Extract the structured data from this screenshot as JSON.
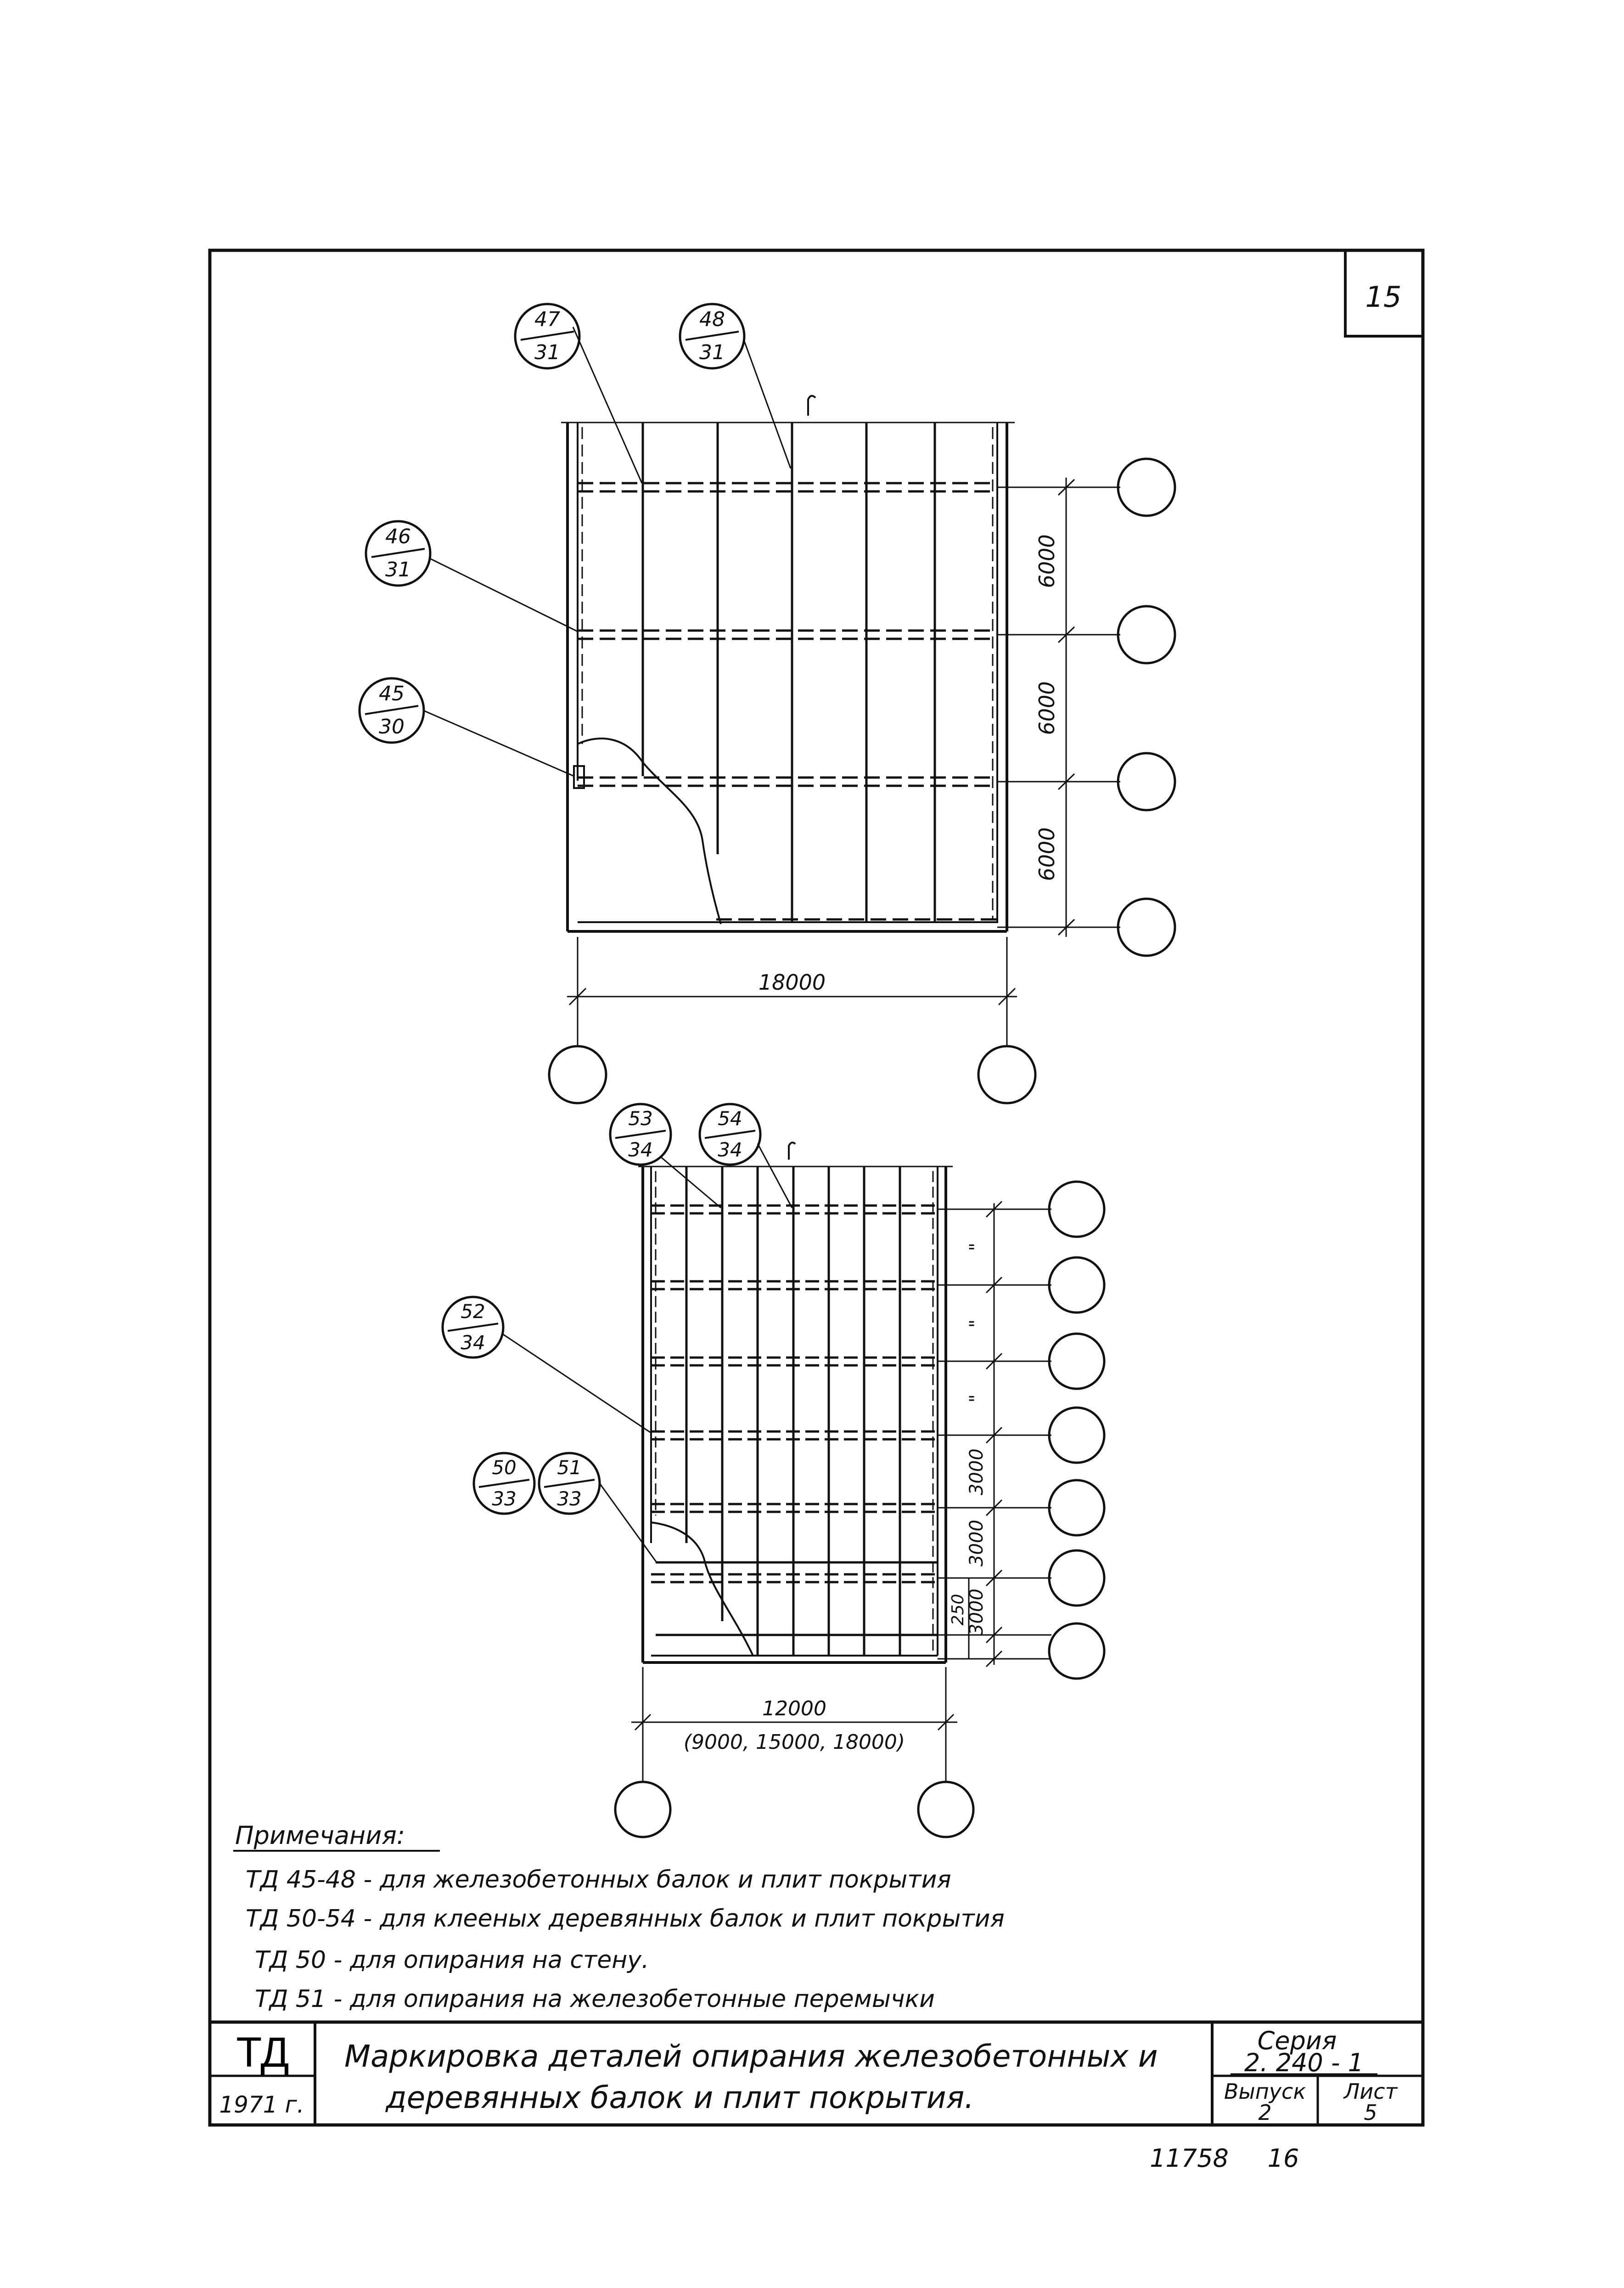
{
  "sheet_corner_number": "15",
  "plan_top": {
    "callouts": [
      {
        "top": "47",
        "bottom": "31"
      },
      {
        "top": "48",
        "bottom": "31"
      },
      {
        "top": "46",
        "bottom": "31"
      },
      {
        "top": "45",
        "bottom": "30"
      }
    ],
    "spacing_dims": [
      "6000",
      "6000",
      "6000"
    ],
    "width_dim": "18000"
  },
  "plan_bottom": {
    "callouts": [
      {
        "top": "53",
        "bottom": "34"
      },
      {
        "top": "54",
        "bottom": "34"
      },
      {
        "top": "52",
        "bottom": "34"
      },
      {
        "top": "50",
        "bottom": "33"
      },
      {
        "top": "51",
        "bottom": "33"
      }
    ],
    "spacing_dims": [
      "\"",
      "\"",
      "\"",
      "3000",
      "3000",
      "3000"
    ],
    "edge_dim": "250",
    "width_dim": "12000",
    "width_alt": "(9000, 15000, 18000)"
  },
  "notes": {
    "heading": "Примечания:",
    "items": [
      "ТД 45-48 - для железобетонных балок и плит покрытия",
      "ТД 50-54 - для клееных деревянных балок и плит покрытия",
      "ТД 50 - для опирания на стену.",
      "ТД 51 - для опирания на железобетонные перемычки"
    ]
  },
  "title_block": {
    "logo": "ТД",
    "year": "1971 г.",
    "title_line1": "Маркировка деталей опирания железобетонных и",
    "title_line2": "деревянных балок и плит покрытия.",
    "series_label": "Серия",
    "series_value": "2. 240 - 1",
    "issue_label": "Выпуск",
    "issue_value": "2",
    "sheet_label": "Лист",
    "sheet_value": "5"
  },
  "footer": {
    "code1": "11758",
    "code2": "16"
  }
}
